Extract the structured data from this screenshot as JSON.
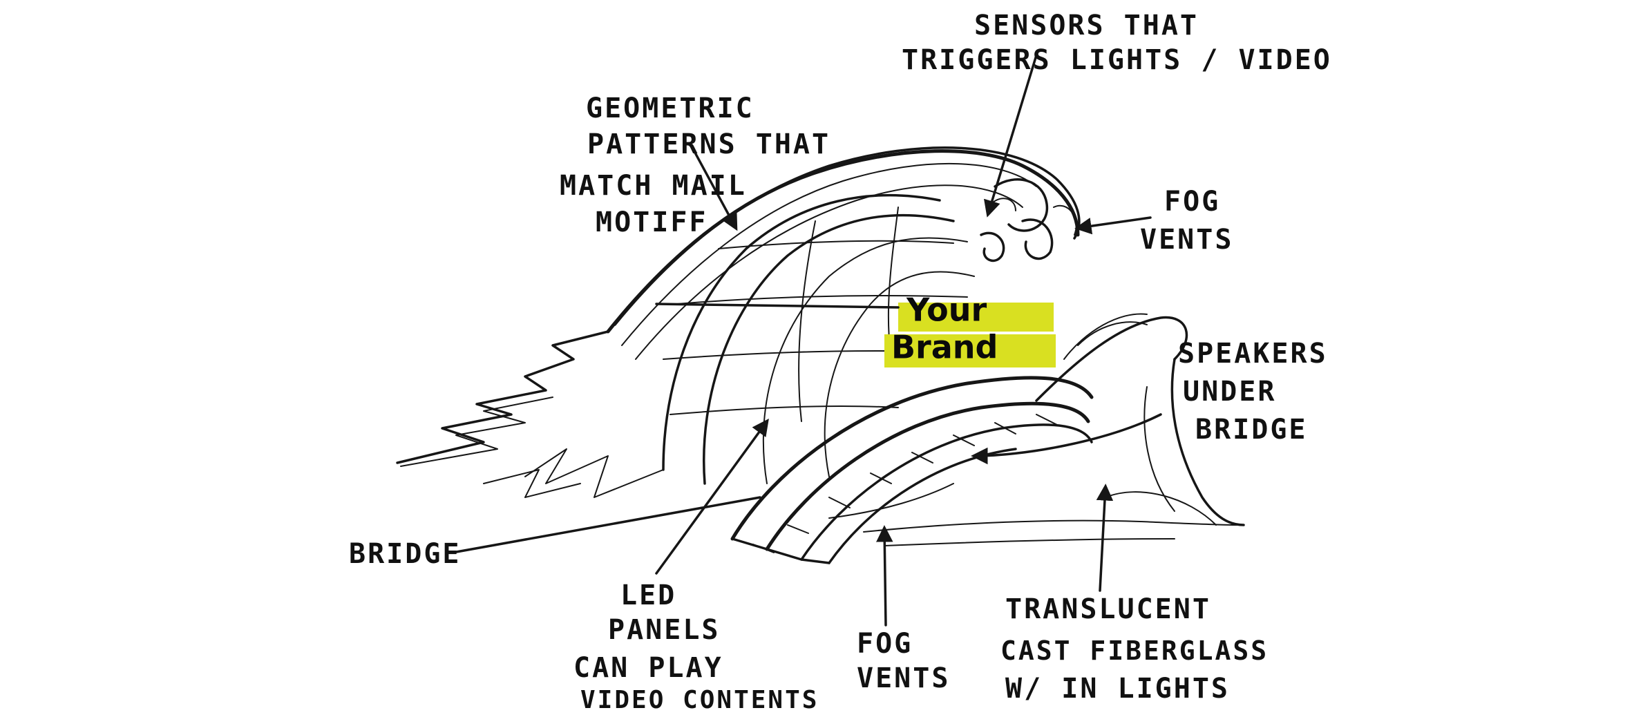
{
  "colors": {
    "ink": "#161616",
    "brand_highlight": "#d9e021",
    "background": "#ffffff"
  },
  "brand": {
    "line1": "Your",
    "line2": "Brand"
  },
  "labels": {
    "sensors": [
      "SENSORS THAT",
      "TRIGGERS LIGHTS / VIDEO"
    ],
    "geometric": [
      "GEOMETRIC",
      "PATTERNS THAT",
      "MATCH MAIL",
      "MOTIFF"
    ],
    "fog_top": [
      "FOG",
      "VENTS"
    ],
    "speakers": [
      "SPEAKERS",
      "UNDER",
      "BRIDGE"
    ],
    "bridge": "BRIDGE",
    "led": [
      "LED",
      "PANELS",
      "CAN PLAY",
      "VIDEO CONTENTS"
    ],
    "fog_bottom": [
      "FOG",
      "VENTS"
    ],
    "translucent": [
      "TRANSLUCENT",
      "CAST FIBERGLASS",
      "W/ IN LIGHTS"
    ]
  }
}
